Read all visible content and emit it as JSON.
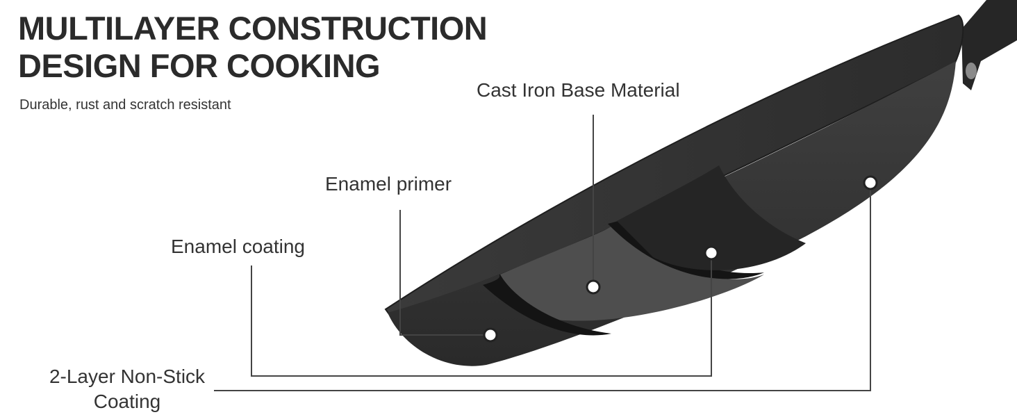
{
  "header": {
    "title": "MULTILAYER CONSTRUCTION\nDESIGN FOR COOKING",
    "subtitle": "Durable, rust and scratch resistant"
  },
  "callouts": {
    "cast_iron": "Cast Iron Base Material",
    "enamel_primer": "Enamel primer",
    "enamel_coating": "Enamel coating",
    "non_stick": "2-Layer Non-Stick\nCoating"
  },
  "colors": {
    "pan_dark": "#2a2a2a",
    "pan_mid": "#4a4a4a",
    "pan_light": "#5a5a5a",
    "line": "#444444",
    "marker_fill": "#ffffff"
  }
}
